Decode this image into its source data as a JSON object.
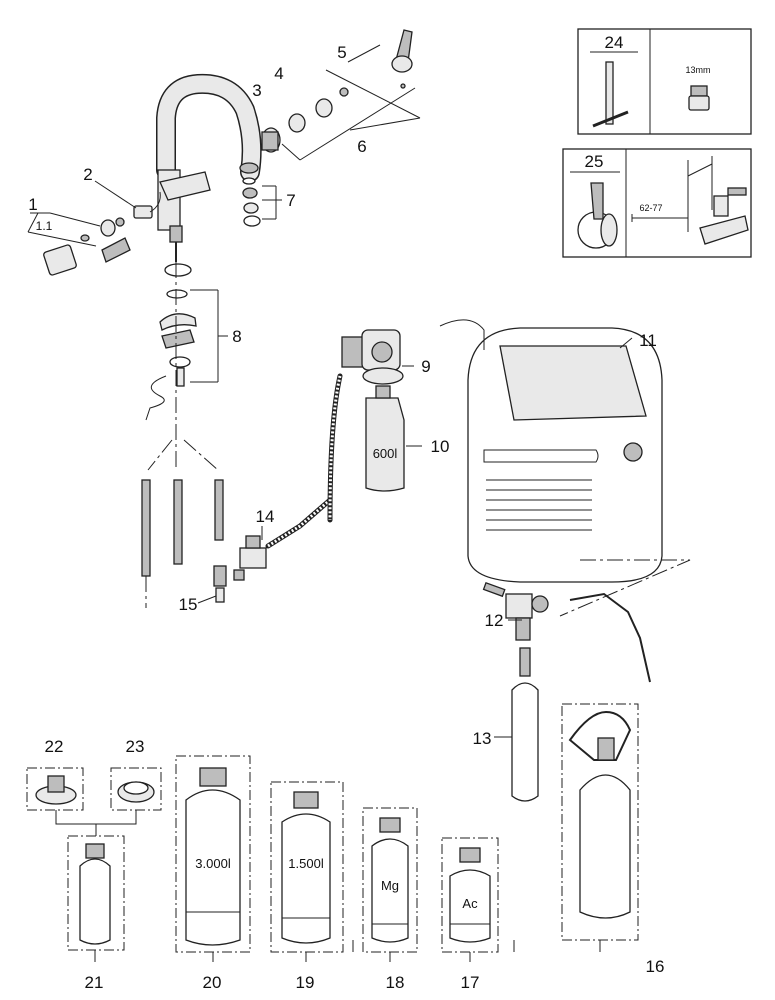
{
  "callouts": {
    "c1": "1",
    "c1_1": "1.1",
    "c2": "2",
    "c3": "3",
    "c4": "4",
    "c5": "5",
    "c6": "6",
    "c7": "7",
    "c8": "8",
    "c9": "9",
    "c10": "10",
    "c11": "11",
    "c12": "12",
    "c13": "13",
    "c14": "14",
    "c15": "15",
    "c16": "16",
    "c17": "17",
    "c18": "18",
    "c19": "19",
    "c20": "20",
    "c21": "21",
    "c22": "22",
    "c23": "23",
    "c24": "24",
    "c25": "25"
  },
  "inset_24": {
    "spec": "13mm"
  },
  "inset_25": {
    "dimension": "62-77"
  },
  "filter_labels": {
    "f10": "600l",
    "f20": "3.000l",
    "f19": "1.500l",
    "f18": "Mg",
    "f17": "Ac"
  },
  "colors": {
    "line": "#222222",
    "fill": "#e9e9e9",
    "shade": "#bdbdbd"
  }
}
